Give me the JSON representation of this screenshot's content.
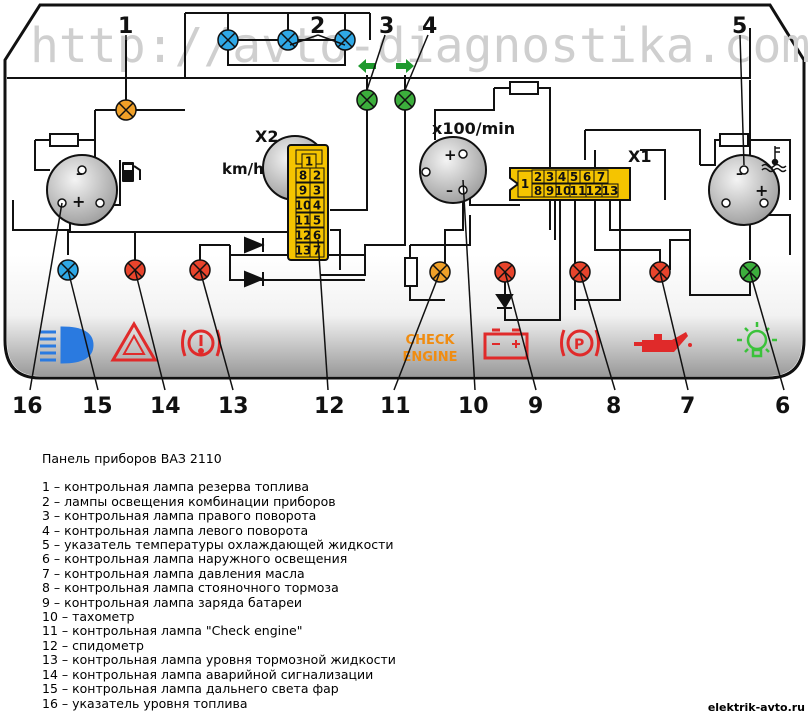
{
  "watermark": "http://avto-diagnostika.com",
  "title": "Панель приборов ВАЗ 2110",
  "legend": [
    "1 – контрольная лампа резерва топлива",
    "2 – лампы освещения комбинации приборов",
    "3 – контрольная лампа правого поворота",
    "4 – контрольная лампа левого поворота",
    "5 – указатель температуры охлаждающей жидкости",
    "6 – контрольная лампа наружного освещения",
    "7 – контрольная лампа давления масла",
    "8 – контрольная лампа стояночного тормоза",
    "9 – контрольная лампа заряда батареи",
    "10 – тахометр",
    "11 – контрольная лампа \"Check engine\"",
    "12 – спидометр",
    "13 – контрольная лампа уровня тормозной жидкости",
    "14 – контрольная лампа аварийной сигнализации",
    "15 – контрольная лампа дальнего света фар",
    "16 – указатель уровня топлива"
  ],
  "top_callouts": [
    "1",
    "2",
    "3",
    "4",
    "5"
  ],
  "bottom_callouts": [
    "16",
    "15",
    "14",
    "13",
    "12",
    "11",
    "10",
    "9",
    "8",
    "7",
    "6"
  ],
  "gauge_labels": {
    "x2": "X2",
    "speed_unit": "km/h",
    "tacho_unit": "x100/min",
    "x1": "X1",
    "plus": "+",
    "minus": "–",
    "check_engine_line1": "CHECK",
    "check_engine_line2": "ENGINE"
  },
  "connector_x2": [
    "1",
    "8",
    "2",
    "9",
    "3",
    "10",
    "4",
    "11",
    "5",
    "12",
    "6",
    "13",
    "7"
  ],
  "connector_x1": [
    "1",
    "2",
    "3",
    "4",
    "5",
    "6",
    "7",
    "8",
    "9",
    "10",
    "11",
    "12",
    "13"
  ],
  "footer": "elektrik-avto.ru",
  "colors": {
    "blue_lamp": "#2fa8e6",
    "red_lamp": "#e8442c",
    "green_lamp": "#3cae3c",
    "orange_lamp": "#f0a028",
    "connector": "#f5c400",
    "icon_red": "#e02a2a",
    "icon_blue": "#2a7ae0",
    "icon_green": "#3ac23a",
    "icon_orange": "#f08c10"
  },
  "icons": [
    "fuel-pump-icon",
    "high-beam-icon",
    "hazard-triangle-icon",
    "brake-fluid-icon",
    "battery-icon",
    "parking-brake-icon",
    "oil-can-icon",
    "light-bulb-icon",
    "coolant-temp-icon",
    "turn-left-arrow-icon",
    "turn-right-arrow-icon"
  ]
}
